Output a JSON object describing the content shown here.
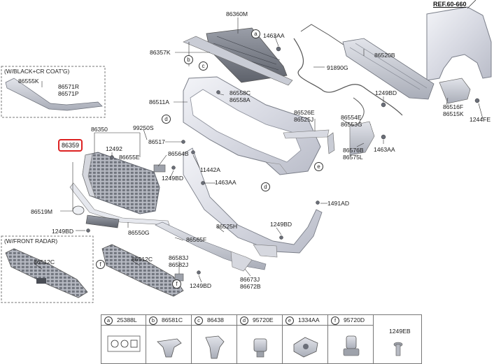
{
  "ref_label": "REF.60-660",
  "notes": {
    "black_cr": "(W/BLACK+CR COAT'G)",
    "front_radar": "(W/FRONT RADAR)"
  },
  "highlight_part": "86359",
  "callouts": {
    "a": "a",
    "b": "b",
    "c": "c",
    "d": "d",
    "e": "e",
    "f": "f"
  },
  "parts": {
    "p86360M": "86360M",
    "p1463AA_top": "1463AA",
    "p86357K": "86357K",
    "p91890G": "91890G",
    "p86520B": "86520B",
    "p86555K": "86555K",
    "p86571R": "86571R",
    "p86571P": "86571P",
    "p86558C": "86558C",
    "p86558A": "86558A",
    "p86511A": "86511A",
    "p1249BD_right": "1249BD",
    "p86516F": "86516F",
    "p86515K": "86515K",
    "p1244FE": "1244FE",
    "p86526E": "86526E",
    "p86525J": "86525J",
    "p86554E": "86554E",
    "p86553G": "86553G",
    "p86350": "86350",
    "p99250S": "99250S",
    "p86517": "86517",
    "p12492": "12492",
    "p86655E": "86655E",
    "p86564B": "86564B",
    "p86576B": "86576B",
    "p86575L": "86575L",
    "p1463AA_right": "1463AA",
    "p11442A": "11442A",
    "p1249BD_mid": "1249BD",
    "p1463AA_mid": "1463AA",
    "p1491AD": "1491AD",
    "p86519M": "86519M",
    "p86525H": "86525H",
    "p1249BD_low": "1249BD",
    "p1249BD_left": "1249BD",
    "p86550G": "86550G",
    "p86565F": "86565F",
    "p86512C_box": "86512C",
    "p86512C": "86512C",
    "p86583J": "86583J",
    "p86582J": "86582J",
    "p86673J": "86673J",
    "p86672B": "86672B",
    "p1249BD_bottom": "1249BD"
  },
  "legend": [
    {
      "letter": "a",
      "part": "25388L"
    },
    {
      "letter": "b",
      "part": "86581C"
    },
    {
      "letter": "c",
      "part": "86438"
    },
    {
      "letter": "d",
      "part": "95720E"
    },
    {
      "letter": "e",
      "part": "1334AA"
    },
    {
      "letter": "f",
      "part": "95720D"
    }
  ],
  "legend_extra": "1249EB"
}
